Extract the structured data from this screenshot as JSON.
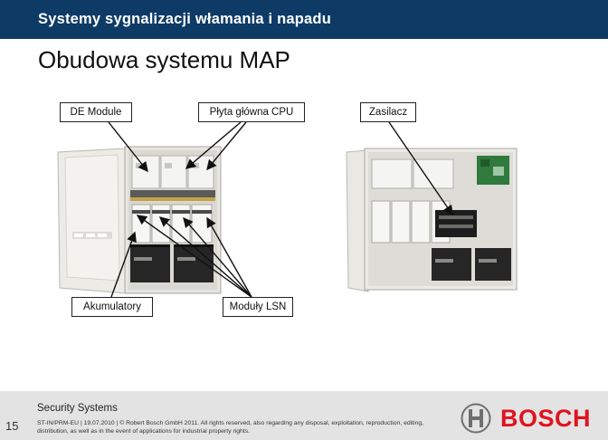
{
  "header": {
    "title": "Systemy sygnalizacji włamania i napadu"
  },
  "slide": {
    "title": "Obudowa systemu MAP"
  },
  "labels": {
    "de_module": "DE Module",
    "cpu_board": "Płyta główna CPU",
    "power_supply": "Zasilacz",
    "batteries": "Akumulatory",
    "lsn_modules": "Moduły LSN"
  },
  "footer": {
    "company": "Security Systems",
    "page_number": "15",
    "legal": "ST-IN/PRM-EU | 19.07.2010 | © Robert Bosch GmbH 2011. All rights reserved, also regarding any disposal, exploitation, reproduction, editing, distribution, as well as in the event of applications for industrial property rights.",
    "logo": "BOSCH"
  },
  "colors": {
    "header_bar": "#0e3a66",
    "footer_bg": "#e3e3e3",
    "brand_red": "#e0131e"
  }
}
